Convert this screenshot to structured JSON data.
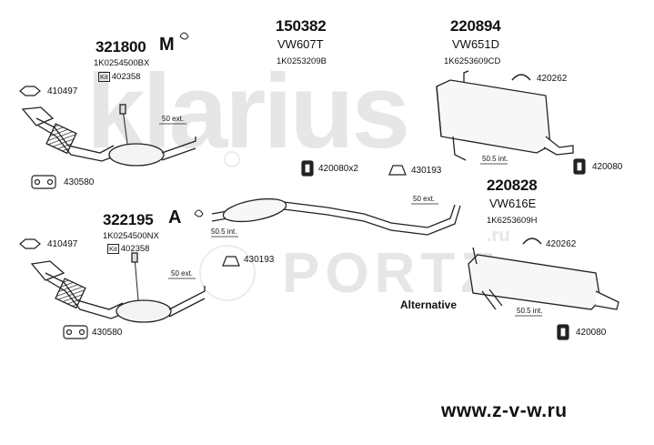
{
  "watermark": {
    "brand": "klarius",
    "site": "PORTZ",
    "tld": ".ru"
  },
  "parts": {
    "a_number": "321800",
    "a_ref": "1K0254500BX",
    "a_kit": "402358",
    "b_number": "150382",
    "b_model": "VW607T",
    "b_ref": "1K0253209B",
    "c_number": "220894",
    "c_model": "VW651D",
    "c_ref": "1K6253609CD",
    "d_number": "322195",
    "d_ref": "1K0254500NX",
    "d_kit": "402358",
    "e_number": "220828",
    "e_model": "VW616E",
    "e_ref": "1K6253609H"
  },
  "kit_label": "Kit",
  "fittings": {
    "f410497_top": "410497",
    "f430580_top": "430580",
    "f410497_bot": "410497",
    "f430580_bot": "430580",
    "f420262_top": "420262",
    "f420080_top": "420080",
    "f420080x2": "420080x2",
    "f430193_top": "430193",
    "f430193_bot": "430193",
    "f420262_bot": "420262",
    "f420080_bot": "420080"
  },
  "ext_labels": {
    "e1": "50 ext.",
    "e2": "50 ext.",
    "e3": "50 ext.",
    "i1": "50.5 int.",
    "i2": "50.5 int.",
    "i3": "50.5 int."
  },
  "alternative_label": "Alternative",
  "website": "www.z-v-w.ru",
  "icons": [
    "m-shield-icon",
    "a-shield-icon",
    "clamp-icon",
    "rubber-mount-icon",
    "gasket-icon",
    "flange-gasket-icon",
    "sensor-icon"
  ]
}
